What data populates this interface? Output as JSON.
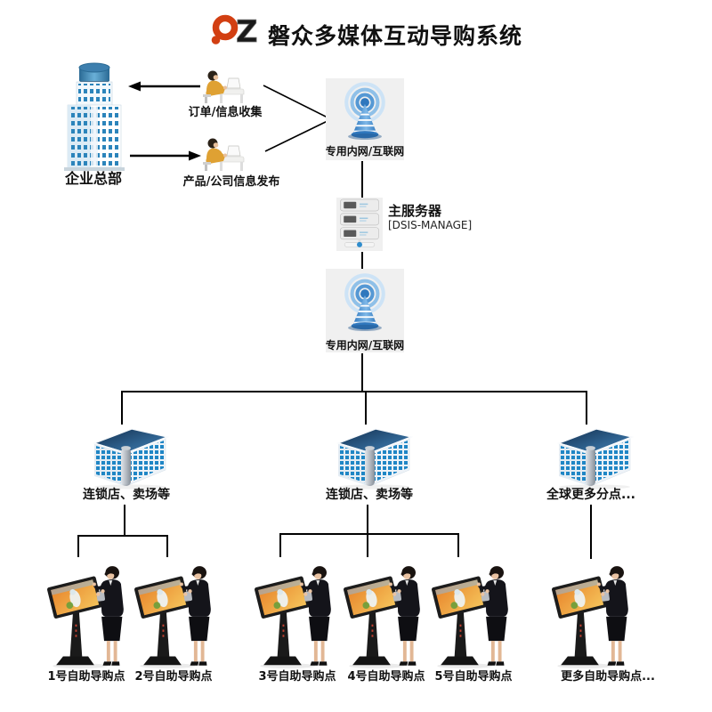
{
  "header": {
    "logo": "PZ",
    "title": "磐众多媒体互动导购系统"
  },
  "headquarters": {
    "label": "企业总部"
  },
  "flows": {
    "order_collect": "订单/信息收集",
    "product_publish": "产品/公司信息发布"
  },
  "network_upper": {
    "label": "专用内网/互联网"
  },
  "server": {
    "label": "主服务器",
    "code": "[DSIS-MANAGE]"
  },
  "network_lower": {
    "label": "专用内网/互联网"
  },
  "branches": [
    {
      "label": "连锁店、卖场等"
    },
    {
      "label": "连锁店、卖场等"
    },
    {
      "label": "全球更多分点..."
    }
  ],
  "kiosks": [
    {
      "label": "1号自助导购点"
    },
    {
      "label": "2号自助导购点"
    },
    {
      "label": "3号自助导购点"
    },
    {
      "label": "4号自助导购点"
    },
    {
      "label": "5号自助导购点"
    },
    {
      "label": "更多自助导购点..."
    }
  ],
  "colors": {
    "logo_red": "#d23f12",
    "text_black": "#111111",
    "line_black": "#000000",
    "tower_blue": "#2f77bd",
    "window_blue": "#1f86c5",
    "panel_gray": "#f0f0f0"
  }
}
